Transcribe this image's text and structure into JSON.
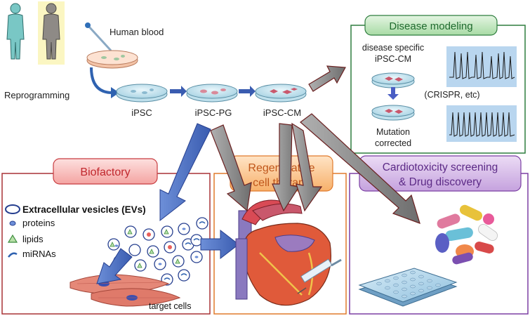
{
  "top_flow": {
    "human_blood": "Human blood",
    "reprogramming": "Reprogramming",
    "ipsc": "iPSC",
    "ipsc_pg": "iPSC-PG",
    "ipsc_cm": "iPSC-CM"
  },
  "disease_modeling": {
    "title": "Disease modeling",
    "line1": "disease specific",
    "line2": "iPSC-CM",
    "crispr": "(CRISPR, etc)",
    "mutation": "Mutation",
    "corrected": "corrected"
  },
  "biofactory": {
    "title": "Biofactory",
    "legend_evs": "Extracellular vesicles (EVs)",
    "legend_proteins": "proteins",
    "legend_lipids": "lipids",
    "legend_mirnas": "miRNAs",
    "target_cells": "target cells"
  },
  "regenerative": {
    "title_line1": "Regenerative",
    "title_line2": "cell therapy"
  },
  "cardiotox": {
    "title_line1": "Cardiotoxicity screening",
    "title_line2": "& Drug discovery"
  },
  "colors": {
    "biofactory": "#e0464a",
    "regenerative": "#f3a05a",
    "cardiotox": "#8c5bb0",
    "disease": "#2e7d3e",
    "blue_arrow": "#4a6fc2",
    "grey_arrow": "#808080"
  }
}
